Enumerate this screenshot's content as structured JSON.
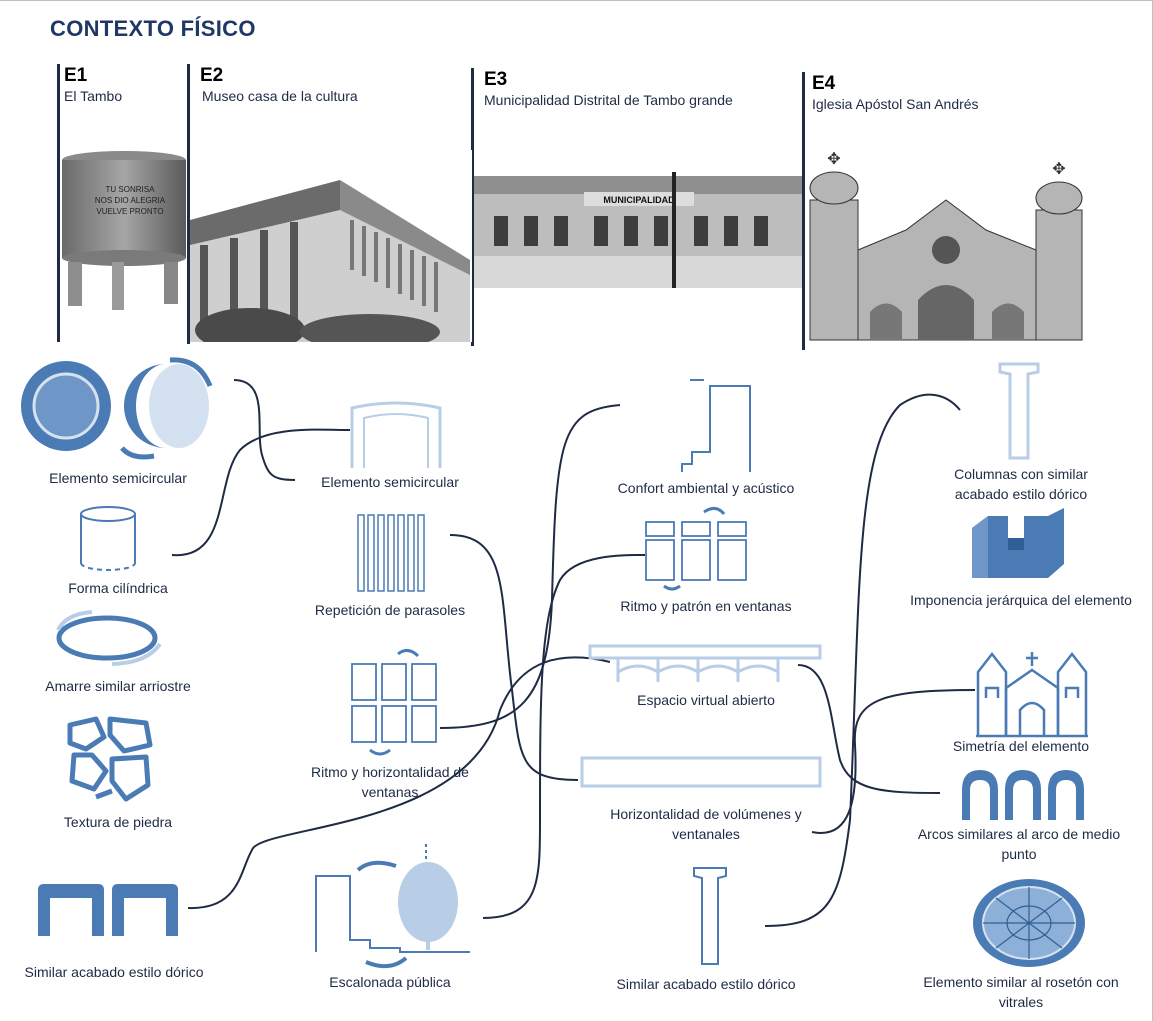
{
  "title": "CONTEXTO FÍSICO",
  "sections": [
    {
      "code": "E1",
      "name": "El Tambo"
    },
    {
      "code": "E2",
      "name": "Museo casa de la cultura"
    },
    {
      "code": "E3",
      "name": "Municipalidad Distrital de Tambo grande"
    },
    {
      "code": "E4",
      "name": "Iglesia Apóstol San Andrés"
    }
  ],
  "photo_text": {
    "tambo": [
      "TU SONRISA",
      "NOS DIO ALEGRIA",
      "VUELVE PRONTO"
    ],
    "municipalidad": "MUNICIPALIDAD"
  },
  "elements": {
    "e1": [
      "Elemento semicircular",
      "Forma cilíndrica",
      "Amarre similar arriostre",
      "Textura de piedra",
      "Similar acabado estilo dórico"
    ],
    "e2": [
      "Elemento semicircular",
      "Repetición de parasoles",
      "Ritmo y horizontalidad de ventanas",
      "Escalonada pública"
    ],
    "e3": [
      "Confort ambiental y acústico",
      "Ritmo y patrón en ventanas",
      "Espacio virtual abierto",
      "Horizontalidad de volúmenes y ventanales",
      "Similar acabado estilo dórico"
    ],
    "e4": [
      "Columnas con similar acabado estilo dórico",
      "Imponencia jerárquica del elemento",
      "Simetría del elemento",
      "Arcos similares al arco de medio punto",
      "Elemento similar al rosetón con vitrales"
    ]
  },
  "colors": {
    "title": "#1f3864",
    "line": "#1f2a44",
    "icon_blue": "#4a7bb5",
    "icon_light": "#b8cde6"
  }
}
